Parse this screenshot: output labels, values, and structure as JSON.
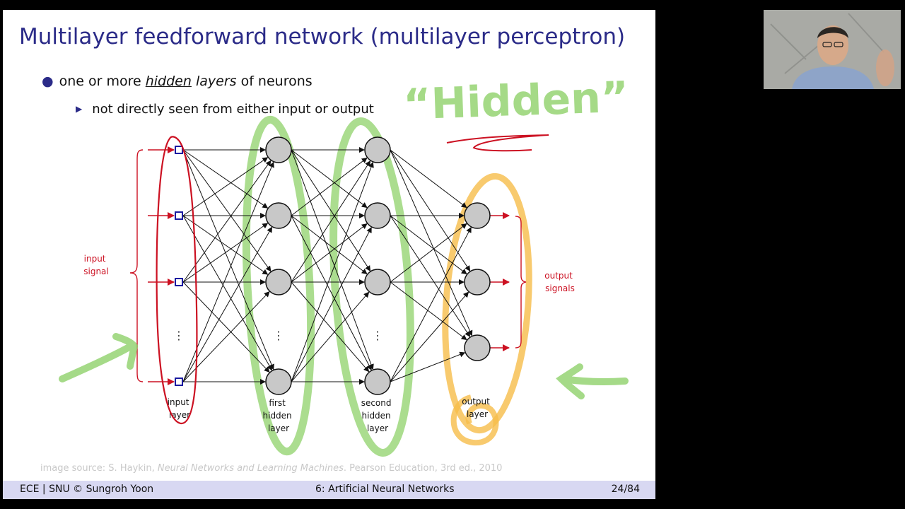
{
  "slide": {
    "title": "Multilayer feedforward network (multilayer perceptron)",
    "bullet1": {
      "prefix": "one or more ",
      "hidden": "hidden",
      "layers": " layers",
      "suffix": " of neurons"
    },
    "bullet2": "not directly seen from either input or output"
  },
  "diagram": {
    "input_signal": [
      "input",
      "signal"
    ],
    "output_signals": [
      "output",
      "signals"
    ],
    "input_layer": [
      "input",
      "layer"
    ],
    "first_hidden_layer": [
      "first",
      "hidden",
      "layer"
    ],
    "second_hidden_layer": [
      "second",
      "hidden",
      "layer"
    ],
    "output_layer": [
      "output",
      "layer"
    ],
    "ellipsis": "⋮"
  },
  "annotation": {
    "handwritten_text": "“Hidden”"
  },
  "source": {
    "prefix": "image source: S. Haykin, ",
    "book": "Neural Networks and Learning Machines",
    "suffix": ". Pearson Education, 3rd ed., 2010"
  },
  "footer": {
    "left": "ECE | SNU © Sungroh Yoon",
    "center": "6: Artificial Neural Networks",
    "right": "24/84"
  },
  "colors": {
    "title": "#2b2b88",
    "footer_bg": "#d8d8f2",
    "neuron_fill": "#c8c8c8",
    "input_node": "#1a1aa0",
    "signal_red": "#cc1122",
    "highlight_green": "#8fd16a",
    "highlight_orange": "#f6bd4a"
  }
}
